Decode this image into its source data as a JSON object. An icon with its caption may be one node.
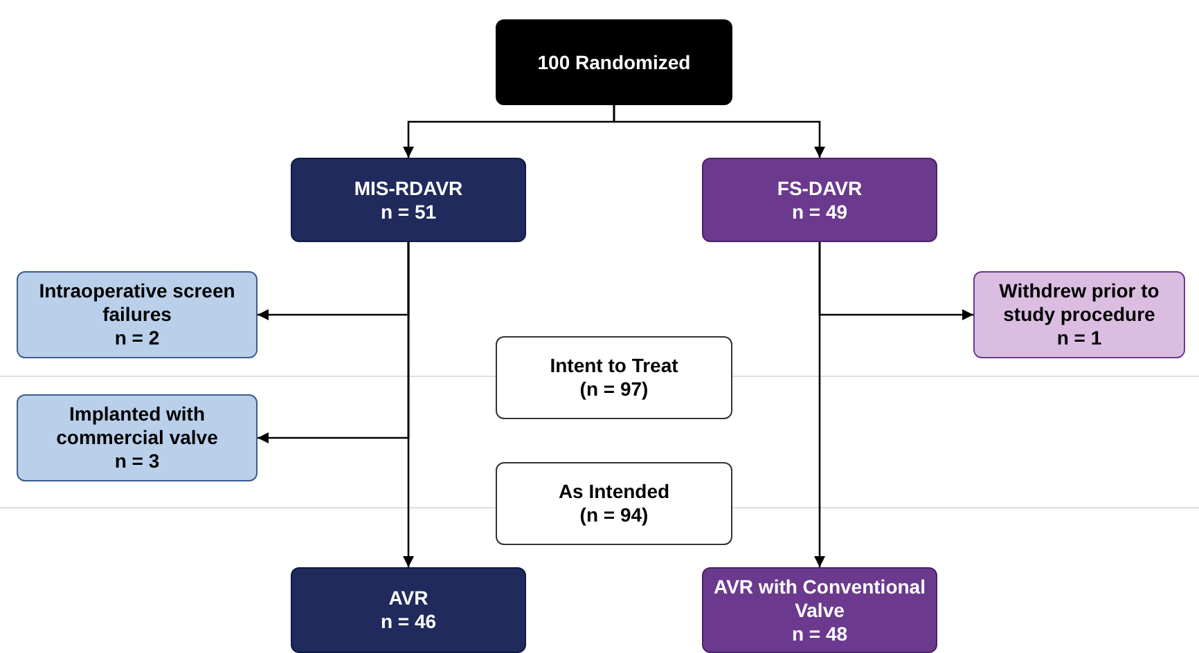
{
  "diagram": {
    "nodes": [
      {
        "text": [
          "100 Randomized"
        ]
      },
      {
        "text": [
          "MIS-RDAVR",
          "n = 51"
        ]
      },
      {
        "text": [
          "FS-DAVR",
          "n = 49"
        ]
      },
      {
        "text": [
          "Intraoperative screen failures",
          "n = 2"
        ]
      },
      {
        "text": [
          "Withdrew prior to study procedure",
          "n = 1"
        ]
      },
      {
        "text": [
          "Intent to Treat",
          "(n = 97)"
        ]
      },
      {
        "text": [
          "Implanted with commercial valve",
          "n = 3"
        ]
      },
      {
        "text": [
          "As Intended",
          "(n = 94)"
        ]
      },
      {
        "text": [
          "AVR",
          "n = 46"
        ]
      },
      {
        "text": [
          "AVR with Conventional Valve",
          "n = 48"
        ]
      }
    ],
    "edges": [
      {
        "from": 0,
        "to": 1,
        "arrow": "to"
      },
      {
        "from": 0,
        "to": 2,
        "arrow": "to"
      },
      {
        "from": 1,
        "to": 3,
        "arrow": "to"
      },
      {
        "from": 1,
        "to": 6,
        "arrow": "to"
      },
      {
        "from": 1,
        "to": 8,
        "arrow": "to"
      },
      {
        "from": 2,
        "to": 4,
        "arrow": "to"
      },
      {
        "from": 2,
        "to": 9,
        "arrow": "to"
      }
    ]
  }
}
